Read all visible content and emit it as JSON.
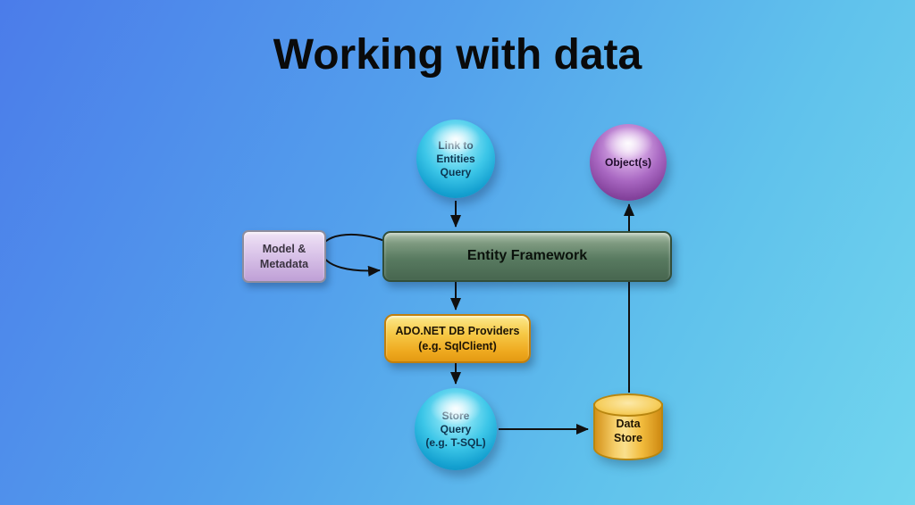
{
  "title": "Working with data",
  "colors": {
    "background_top_left": "#4b7cea",
    "background_bottom_right": "#72d6ee",
    "cyan_node": "#3cc6e8",
    "purple_node": "#a968c2",
    "green_node": "#587a60",
    "orange_node": "#f6c845",
    "lavender_node": "#dac4e9",
    "cylinder_node": "#f2bc3e",
    "arrow": "#101010",
    "title_text": "#0a0a0a"
  },
  "nodes": {
    "linq_query": {
      "label": "Link to\nEntities\nQuery"
    },
    "objects": {
      "label": "Object(s)"
    },
    "entity_framework": {
      "label": "Entity Framework"
    },
    "model_metadata": {
      "label": "Model &\nMetadata"
    },
    "ado_net": {
      "label": "ADO.NET DB Providers\n(e.g. SqlClient)"
    },
    "store_query": {
      "label": "Store\nQuery\n(e.g. T-SQL)"
    },
    "data_store": {
      "label": "Data\nStore"
    }
  }
}
